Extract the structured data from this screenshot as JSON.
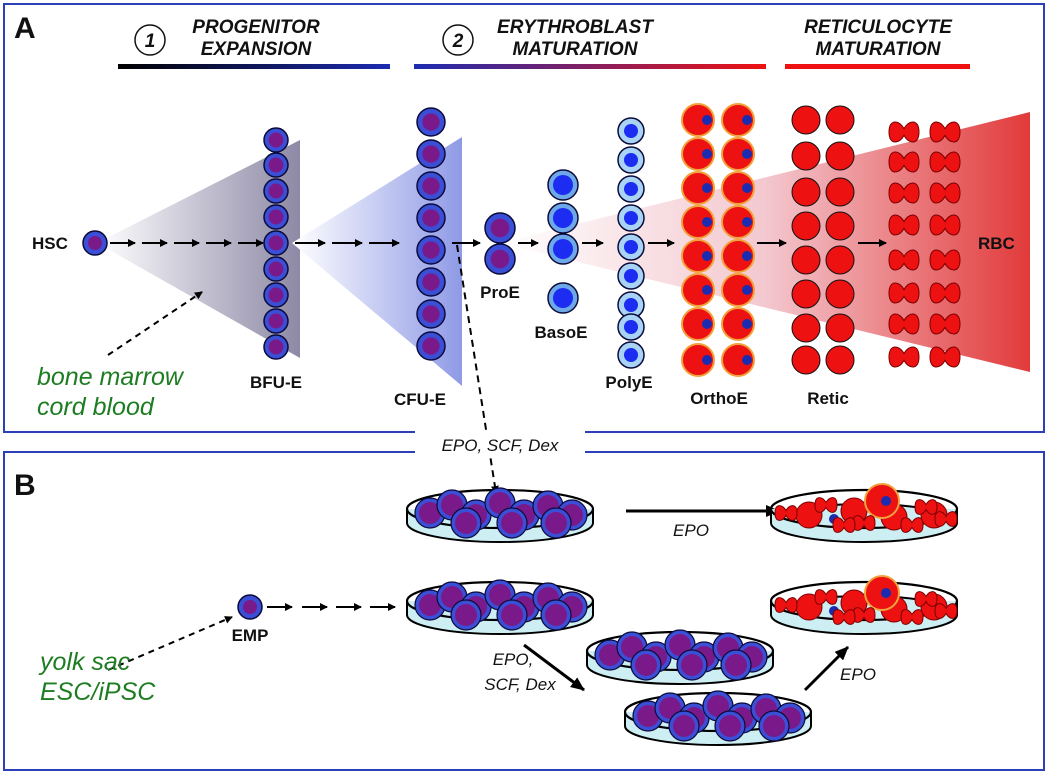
{
  "panel_a": {
    "label": "A",
    "stages": [
      {
        "number": "1",
        "line1": "PROGENITOR",
        "line2": "EXPANSION"
      },
      {
        "number": "2",
        "line1": "ERYTHROBLAST",
        "line2": "MATURATION"
      },
      {
        "number": "",
        "line1": "RETICULOCYTE",
        "line2": "MATURATION"
      }
    ],
    "cells": {
      "hsc": "HSC",
      "bfue": "BFU-E",
      "cfue": "CFU-E",
      "proe": "ProE",
      "basoe": "BasoE",
      "polye": "PolyE",
      "orthoe": "OrthoE",
      "retic": "Retic",
      "rbc": "RBC"
    },
    "source": {
      "line1": "bone marrow",
      "line2": "cord blood"
    }
  },
  "panel_b": {
    "label": "B",
    "culture_conditions": "EPO, SCF, Dex",
    "epo": "EPO",
    "emp": "EMP",
    "epo_scf_dex_line1": "EPO,",
    "epo_scf_dex_line2": "SCF, Dex",
    "epo_lower": "EPO",
    "source": {
      "line1": "yolk sac",
      "line2": "ESC/iPSC"
    }
  },
  "colors": {
    "frame": "#2b3fb8",
    "progenitor_cell": "#7a1a8a",
    "progenitor_rim": "#3b4fd6",
    "baso_nucleus": "#1c2cf0",
    "poly_cyto": "#a9d3f5",
    "red_cell": "#ee1111",
    "dish_medium": "#cdeef2",
    "source_text": "#1e7d22"
  }
}
